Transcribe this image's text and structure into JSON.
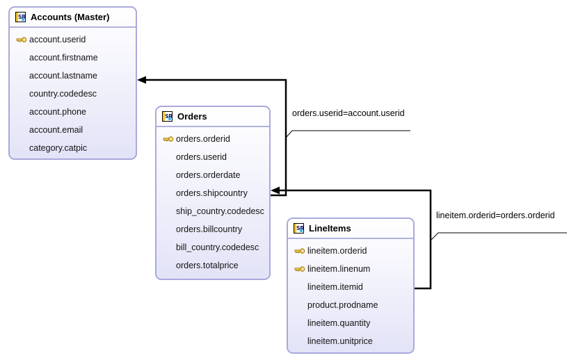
{
  "diagram": {
    "table_icon_text": "SR",
    "colors": {
      "box_border": "#a9a9dc",
      "box_fill_bottom": "#e3e3f8",
      "connector": "#000000",
      "key_icon_fill": "#f2c94c",
      "icon_stripe": "#f6c61d",
      "icon_corner": "#43b6ea"
    },
    "tables": [
      {
        "id": "accounts",
        "title": "Accounts (Master)",
        "columns": [
          {
            "label": "account.userid",
            "key": true
          },
          {
            "label": "account.firstname",
            "key": false
          },
          {
            "label": "account.lastname",
            "key": false
          },
          {
            "label": "country.codedesc",
            "key": false
          },
          {
            "label": "account.phone",
            "key": false
          },
          {
            "label": "account.email",
            "key": false
          },
          {
            "label": "category.catpic",
            "key": false
          }
        ]
      },
      {
        "id": "orders",
        "title": "Orders",
        "columns": [
          {
            "label": "orders.orderid",
            "key": true
          },
          {
            "label": "orders.userid",
            "key": false
          },
          {
            "label": "orders.orderdate",
            "key": false
          },
          {
            "label": "orders.shipcountry",
            "key": false
          },
          {
            "label": "ship_country.codedesc",
            "key": false
          },
          {
            "label": "orders.billcountry",
            "key": false
          },
          {
            "label": "bill_country.codedesc",
            "key": false
          },
          {
            "label": "orders.totalprice",
            "key": false
          }
        ]
      },
      {
        "id": "lineitems",
        "title": "LineItems",
        "columns": [
          {
            "label": "lineitem.orderid",
            "key": true
          },
          {
            "label": "lineitem.linenum",
            "key": true
          },
          {
            "label": "lineitem.itemid",
            "key": false
          },
          {
            "label": "product.prodname",
            "key": false
          },
          {
            "label": "lineitem.quantity",
            "key": false
          },
          {
            "label": "lineitem.unitprice",
            "key": false
          }
        ]
      }
    ],
    "joins": [
      {
        "label": "orders.userid=account.userid"
      },
      {
        "label": "lineitem.orderid=orders.orderid"
      }
    ]
  }
}
